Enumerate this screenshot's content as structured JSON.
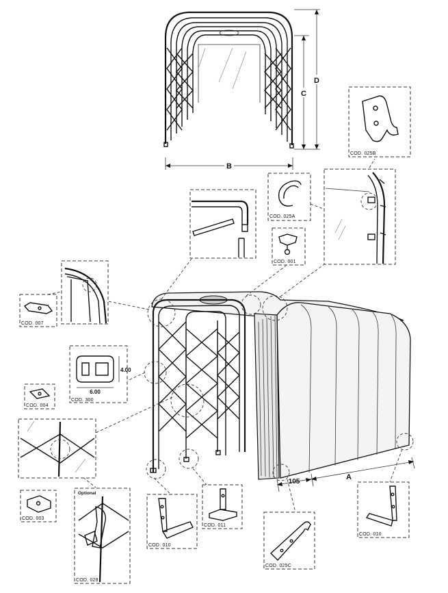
{
  "dimensions": {
    "A": "A",
    "B": "B",
    "C": "C",
    "D": "D",
    "offset_105": "105"
  },
  "profile": {
    "width_label": "6.00",
    "height_label": "4.00"
  },
  "codes": {
    "c025b": "COD. 025B",
    "c025a": "COD. 025A",
    "c001": "COD. 001",
    "c007": "COD. 007",
    "c300": "COD. 300",
    "c004": "COD. 004",
    "c003": "COD. 003",
    "c028": "COD. 028",
    "c010_left": "COD. 010",
    "c011": "COD. 011",
    "c025c": "COD. 025C",
    "c010_right": "COD. 010"
  },
  "optional_label": "Optional"
}
